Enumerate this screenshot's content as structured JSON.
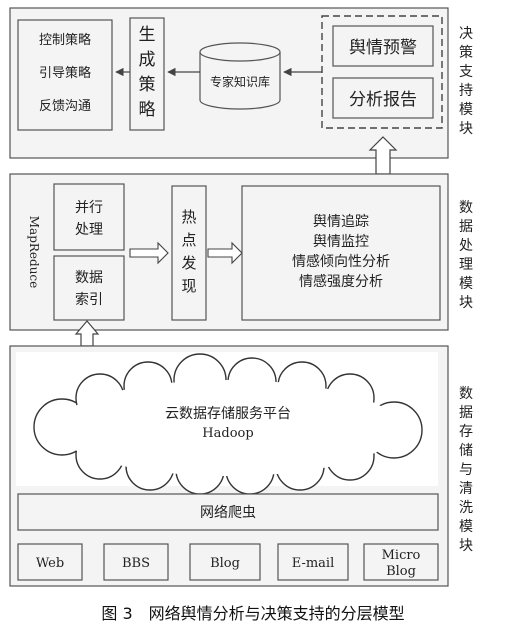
{
  "decision": {
    "left_items": [
      "控制策略",
      "引导策略",
      "反馈沟通"
    ],
    "generate": [
      "生",
      "成",
      "策",
      "略"
    ],
    "knowledge_base": "专家知识库",
    "warning": "舆情预警",
    "report": "分析报告",
    "side_label": [
      "决",
      "策",
      "支",
      "持",
      "模",
      "块"
    ]
  },
  "processing": {
    "mapreduce": "MapReduce",
    "parallel": [
      "并行",
      "处理"
    ],
    "index": [
      "数据",
      "索引"
    ],
    "hotspot": [
      "热",
      "点",
      "发",
      "现"
    ],
    "analysis": [
      "舆情追踪",
      "舆情监控",
      "情感倾向性分析",
      "情感强度分析"
    ],
    "side_label": [
      "数",
      "据",
      "处",
      "理",
      "模",
      "块"
    ]
  },
  "storage": {
    "cloud_title": "云数据存储服务平台",
    "cloud_sub": "Hadoop",
    "crawler": "网络爬虫",
    "sources": [
      "Web",
      "BBS",
      "Blog",
      "E-mail"
    ],
    "micro_blog": [
      "Micro",
      "Blog"
    ],
    "side_label": [
      "数",
      "据",
      "存",
      "储",
      "与",
      "清",
      "洗",
      "模",
      "块"
    ]
  },
  "caption": "图 3　网络舆情分析与决策支持的分层模型"
}
